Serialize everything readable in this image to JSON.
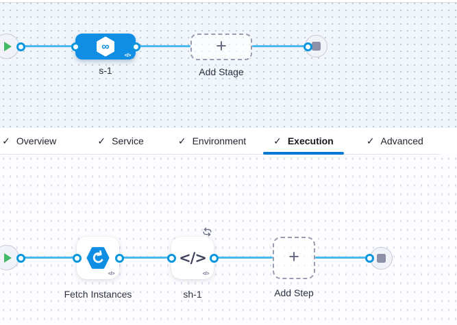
{
  "colors": {
    "accent_blue": "#0f8ee4",
    "edge_blue": "#4ab9f2",
    "active_tab_underline": "#0278d5",
    "play_green": "#42ba66",
    "end_square_gray": "#8e90a7"
  },
  "icons": {
    "check": "✓",
    "plus": "+",
    "infinity": "∞",
    "code": "</>",
    "code_badge": "</>"
  },
  "stage_pipeline": {
    "stage_label": "s-1",
    "add_stage_label": "Add Stage"
  },
  "tabs": [
    {
      "label": "Overview",
      "checked": true,
      "active": false
    },
    {
      "label": "Service",
      "checked": true,
      "active": false
    },
    {
      "label": "Environment",
      "checked": true,
      "active": false
    },
    {
      "label": "Execution",
      "checked": true,
      "active": true
    },
    {
      "label": "Advanced",
      "checked": true,
      "active": false
    }
  ],
  "execution_pipeline": {
    "step1_label": "Fetch Instances",
    "step2_label": "sh-1",
    "add_step_label": "Add Step"
  }
}
